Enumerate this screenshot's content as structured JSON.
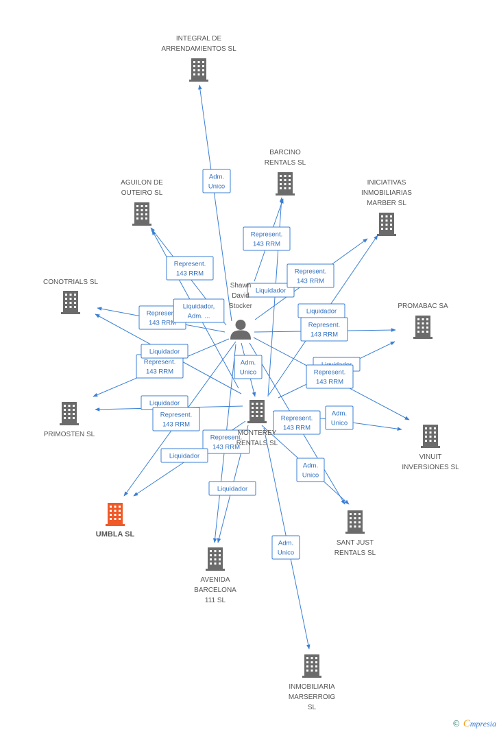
{
  "colors": {
    "node": "#6b6b6b",
    "node_highlight": "#f05a28",
    "edge": "#3a7fd5",
    "edge_text": "#2f6fc0",
    "label": "#555555"
  },
  "person": {
    "id": "shawn",
    "lines": [
      "Shawn",
      "David",
      "Stocker"
    ],
    "icon": "person-icon"
  },
  "companies": [
    {
      "id": "integral",
      "lines": [
        "INTEGRAL DE",
        "ARRENDAMIENTOS SL"
      ],
      "icon": "building-icon"
    },
    {
      "id": "barcino",
      "lines": [
        "BARCINO",
        "RENTALS SL"
      ],
      "icon": "building-icon"
    },
    {
      "id": "iniciativas",
      "lines": [
        "INICIATIVAS",
        "INMOBILIARIAS",
        "MARBER  SL"
      ],
      "icon": "building-icon"
    },
    {
      "id": "aguilon",
      "lines": [
        "AGUILON DE",
        "OUTEIRO  SL"
      ],
      "icon": "building-icon"
    },
    {
      "id": "conotrials",
      "lines": [
        "CONOTRIALS SL"
      ],
      "icon": "building-icon"
    },
    {
      "id": "promabac",
      "lines": [
        "PROMABAC SA"
      ],
      "icon": "building-icon"
    },
    {
      "id": "monterey",
      "lines": [
        "MONTEREY",
        "RENTALS SL"
      ],
      "icon": "building-icon"
    },
    {
      "id": "primosten",
      "lines": [
        "PRIMOSTEN SL"
      ],
      "icon": "building-icon"
    },
    {
      "id": "vinuit",
      "lines": [
        "VINUIT",
        "INVERSIONES SL"
      ],
      "icon": "building-icon"
    },
    {
      "id": "umbla",
      "lines": [
        "UMBLA SL"
      ],
      "icon": "building-icon",
      "highlight": true
    },
    {
      "id": "santjust",
      "lines": [
        "SANT JUST",
        "RENTALS  SL"
      ],
      "icon": "building-icon"
    },
    {
      "id": "avenida",
      "lines": [
        "AVENIDA",
        "BARCELONA",
        "111 SL"
      ],
      "icon": "building-icon"
    },
    {
      "id": "marserroig",
      "lines": [
        "INMOBILIARIA",
        "MARSERROIG",
        "SL"
      ],
      "icon": "building-icon"
    }
  ],
  "relations": [
    {
      "from": "shawn",
      "to": "integral",
      "label": [
        "Adm.",
        "Unico"
      ]
    },
    {
      "from": "shawn",
      "to": "barcino",
      "label": [
        "Represent.",
        "143 RRM"
      ]
    },
    {
      "from": "monterey",
      "to": "barcino",
      "label": [
        "Liquidador"
      ]
    },
    {
      "from": "shawn",
      "to": "aguilon",
      "label": [
        "Represent.",
        "143 RRM"
      ]
    },
    {
      "from": "shawn",
      "to": "iniciativas",
      "label": [
        "Represent.",
        "143 RRM"
      ]
    },
    {
      "from": "monterey",
      "to": "iniciativas",
      "label": [
        "Liquidador"
      ]
    },
    {
      "from": "shawn",
      "to": "conotrials",
      "label": [
        "Represent.",
        "143 RRM"
      ]
    },
    {
      "from": "monterey",
      "to": "aguilon",
      "label": [
        "Liquidador,",
        "Adm. ..."
      ]
    },
    {
      "from": "shawn",
      "to": "promabac",
      "label": [
        "Represent.",
        "143 RRM"
      ]
    },
    {
      "from": "monterey",
      "to": "promabac",
      "label": [
        "Liquidador"
      ]
    },
    {
      "from": "shawn",
      "to": "primosten",
      "label": [
        "Represent.",
        "143 RRM"
      ]
    },
    {
      "from": "monterey",
      "to": "conotrials",
      "label": [
        "Liquidador"
      ]
    },
    {
      "from": "shawn",
      "to": "monterey",
      "label": [
        "Adm.",
        "Unico"
      ]
    },
    {
      "from": "shawn",
      "to": "vinuit",
      "label": [
        "Represent.",
        "143 RRM"
      ]
    },
    {
      "from": "monterey",
      "to": "primosten",
      "label": [
        "Liquidador"
      ]
    },
    {
      "from": "shawn",
      "to": "umbla",
      "label": [
        "Represent.",
        "143 RRM"
      ]
    },
    {
      "from": "monterey",
      "to": "vinuit",
      "label": [
        "Adm.",
        "Unico"
      ]
    },
    {
      "from": "shawn",
      "to": "santjust",
      "label": [
        "Represent.",
        "143 RRM"
      ]
    },
    {
      "from": "shawn",
      "to": "avenida",
      "label": [
        "Represent.",
        "143 RRM"
      ]
    },
    {
      "from": "monterey",
      "to": "umbla",
      "label": [
        "Liquidador"
      ]
    },
    {
      "from": "monterey",
      "to": "santjust",
      "label": [
        "Adm.",
        "Unico"
      ]
    },
    {
      "from": "monterey",
      "to": "avenida",
      "label": [
        "Liquidador"
      ]
    },
    {
      "from": "monterey",
      "to": "marserroig",
      "label": [
        "Adm.",
        "Unico"
      ]
    }
  ],
  "brand": {
    "copyright": "©",
    "initial": "C",
    "name": "mpresia"
  }
}
